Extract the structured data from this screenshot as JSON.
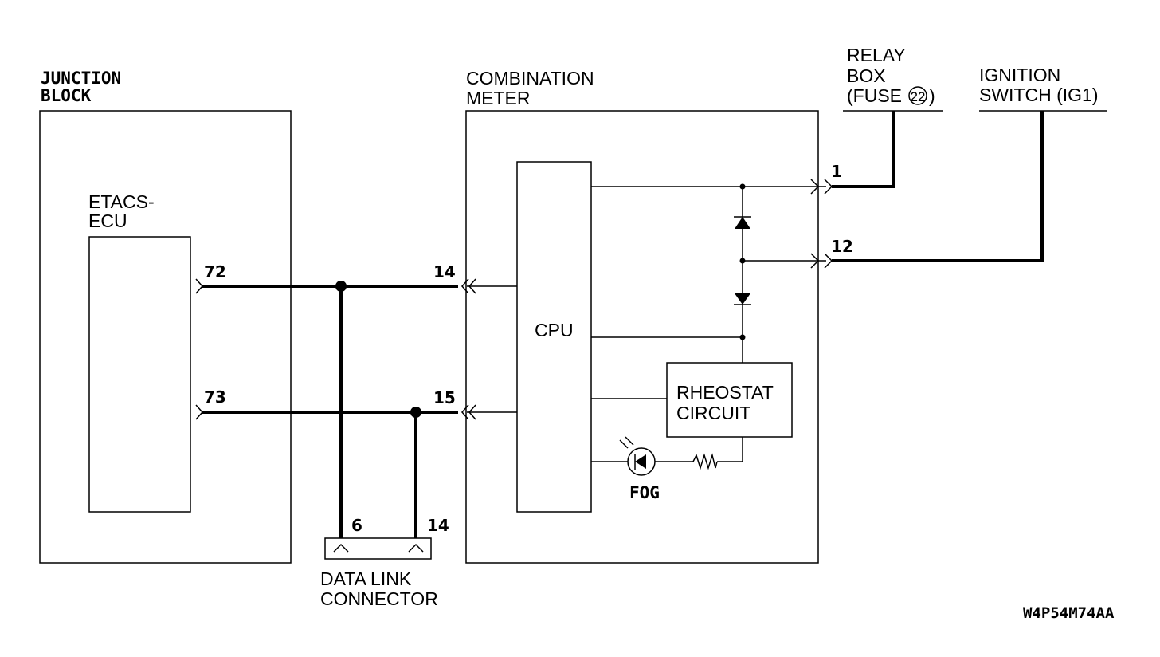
{
  "components": {
    "junction_block": {
      "title_line1": "JUNCTION",
      "title_line2": "BLOCK"
    },
    "etacs_ecu": {
      "title_line1": "ETACS-",
      "title_line2": "ECU"
    },
    "combination_meter": {
      "title_line1": "COMBINATION",
      "title_line2": "METER"
    },
    "cpu": {
      "label": "CPU"
    },
    "rheostat": {
      "label_line1": "RHEOSTAT",
      "label_line2": "CIRCUIT"
    },
    "fog_indicator": {
      "label": "FOG"
    },
    "relay_box": {
      "title_line1": "RELAY",
      "title_line2": "BOX",
      "title_line3_prefix": "(FUSE",
      "fuse_number": "22",
      "title_line3_suffix": ")"
    },
    "ignition_switch": {
      "title_line1": "IGNITION",
      "title_line2": "SWITCH (IG1)"
    },
    "data_link_connector": {
      "title_line1": "DATA LINK",
      "title_line2": "CONNECTOR"
    }
  },
  "pins": {
    "etacs_72": "72",
    "etacs_73": "73",
    "meter_14": "14",
    "meter_15": "15",
    "meter_1": "1",
    "meter_12": "12",
    "dlc_6": "6",
    "dlc_14": "14"
  },
  "figure_code": "W4P54M74AA"
}
